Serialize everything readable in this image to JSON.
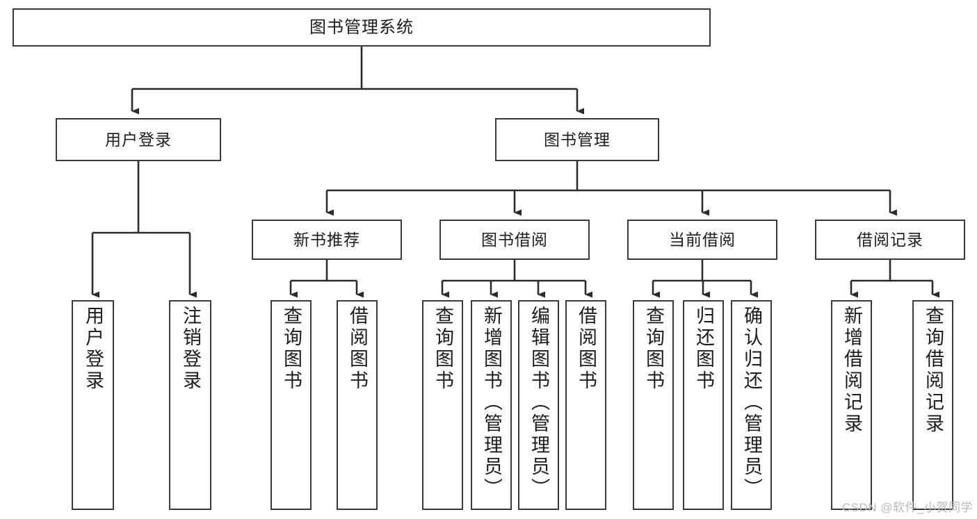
{
  "diagram": {
    "type": "tree",
    "title": "图书管理系统",
    "watermark": "CSDN @软件_小贺同学",
    "colors": {
      "background": "#ffffff",
      "node_border": "#3a3a3a",
      "node_fill": "#ffffff",
      "text": "#1c1c1c",
      "connector": "#2b2b2b",
      "watermark": "#b9b9b9"
    },
    "nodes": {
      "root": {
        "label": "图书管理系统"
      },
      "level2": [
        {
          "id": "user-login",
          "label": "用户登录"
        },
        {
          "id": "book-manage",
          "label": "图书管理"
        }
      ],
      "level3": [
        {
          "id": "new-book-rec",
          "label": "新书推荐"
        },
        {
          "id": "book-borrow",
          "label": "图书借阅"
        },
        {
          "id": "current-borrow",
          "label": "当前借阅"
        },
        {
          "id": "borrow-record",
          "label": "借阅记录"
        }
      ],
      "leaves": [
        {
          "id": "leaf-1",
          "label": "用户登录",
          "parent": "user-login"
        },
        {
          "id": "leaf-2",
          "label": "注销登录",
          "parent": "user-login"
        },
        {
          "id": "leaf-3",
          "label": "查询图书",
          "parent": "new-book-rec"
        },
        {
          "id": "leaf-4",
          "label": "借阅图书",
          "parent": "new-book-rec"
        },
        {
          "id": "leaf-5",
          "label": "查询图书",
          "parent": "book-borrow"
        },
        {
          "id": "leaf-6",
          "label": "新增图书（管理员）",
          "parent": "book-borrow"
        },
        {
          "id": "leaf-7",
          "label": "编辑图书（管理员）",
          "parent": "book-borrow"
        },
        {
          "id": "leaf-8",
          "label": "借阅图书",
          "parent": "book-borrow"
        },
        {
          "id": "leaf-9",
          "label": "查询图书",
          "parent": "current-borrow"
        },
        {
          "id": "leaf-10",
          "label": "归还图书",
          "parent": "current-borrow"
        },
        {
          "id": "leaf-11",
          "label": "确认归还（管理员）",
          "parent": "current-borrow"
        },
        {
          "id": "leaf-12",
          "label": "新增借阅记录",
          "parent": "borrow-record"
        },
        {
          "id": "leaf-13",
          "label": "查询借阅记录",
          "parent": "borrow-record"
        }
      ]
    }
  }
}
